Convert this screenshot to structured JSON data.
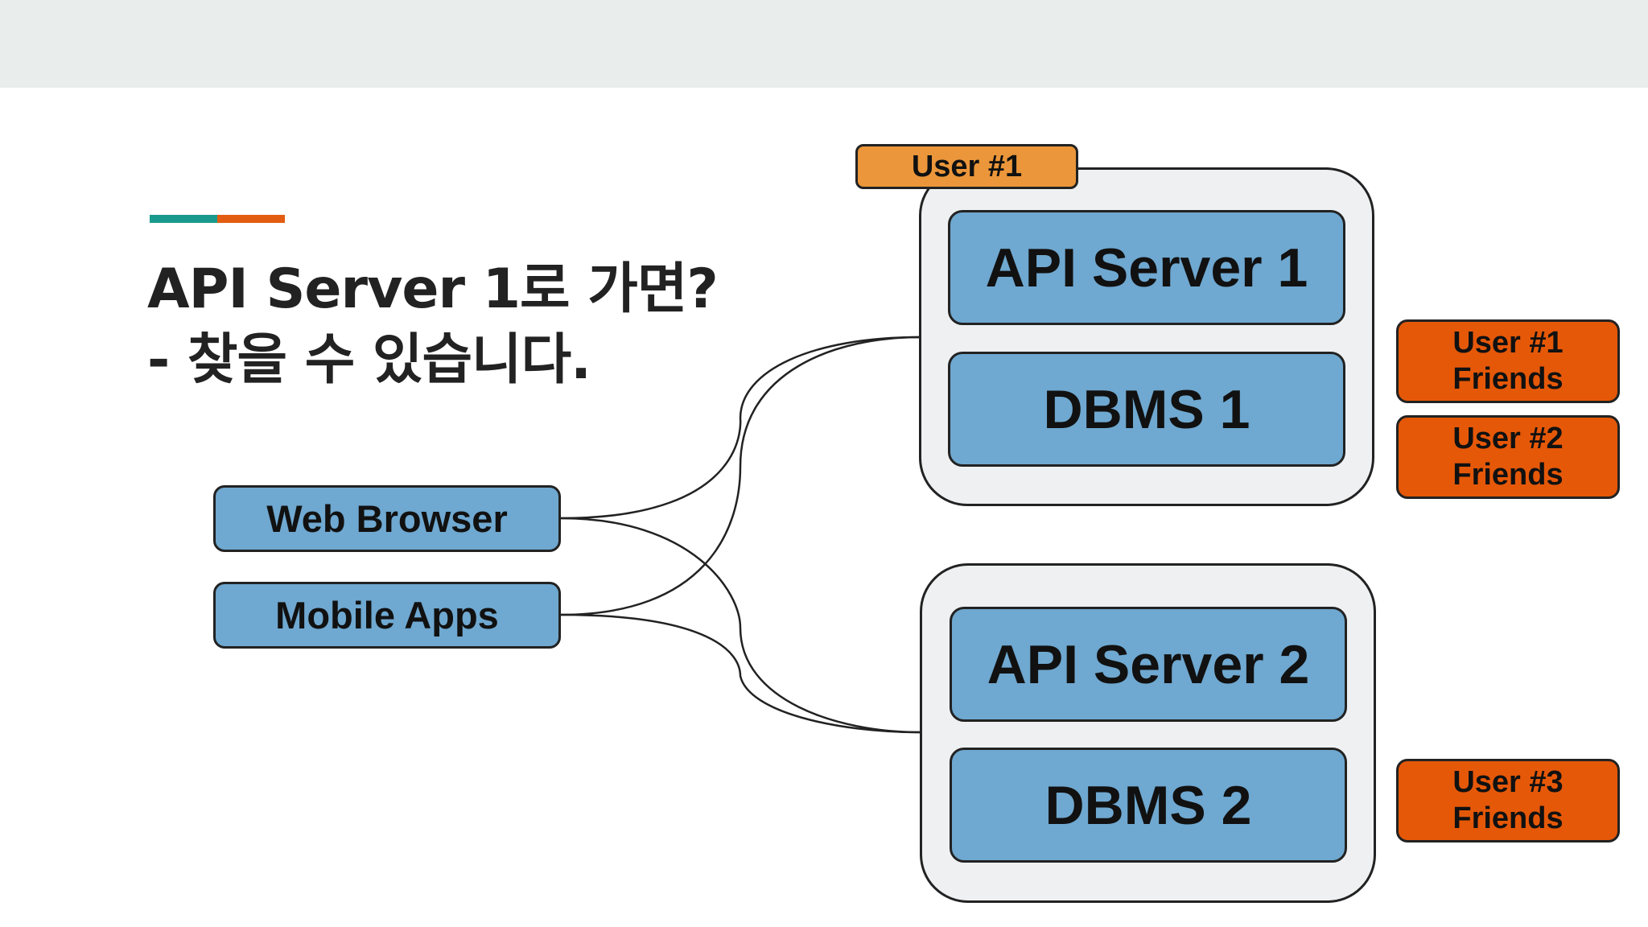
{
  "title": {
    "line1": "API Server 1로 가면?",
    "line2": "- 찾을 수 있습니다."
  },
  "colors": {
    "teal_accent": "#1a9a8c",
    "orange_accent": "#e25d12",
    "box_blue": "#6fa8d0",
    "box_orange": "#e55808",
    "tag_orange": "#eb963a",
    "group_fill": "#eef0f1"
  },
  "user_tag": "User #1",
  "server1": {
    "api_label": "API Server 1",
    "db_label": "DBMS 1"
  },
  "server2": {
    "api_label": "API Server 2",
    "db_label": "DBMS 2"
  },
  "clients": {
    "web": "Web Browser",
    "mobile": "Mobile Apps"
  },
  "friends": [
    {
      "line1": "User #1",
      "line2": "Friends"
    },
    {
      "line1": "User #2",
      "line2": "Friends"
    },
    {
      "line1": "User #3",
      "line2": "Friends"
    }
  ]
}
